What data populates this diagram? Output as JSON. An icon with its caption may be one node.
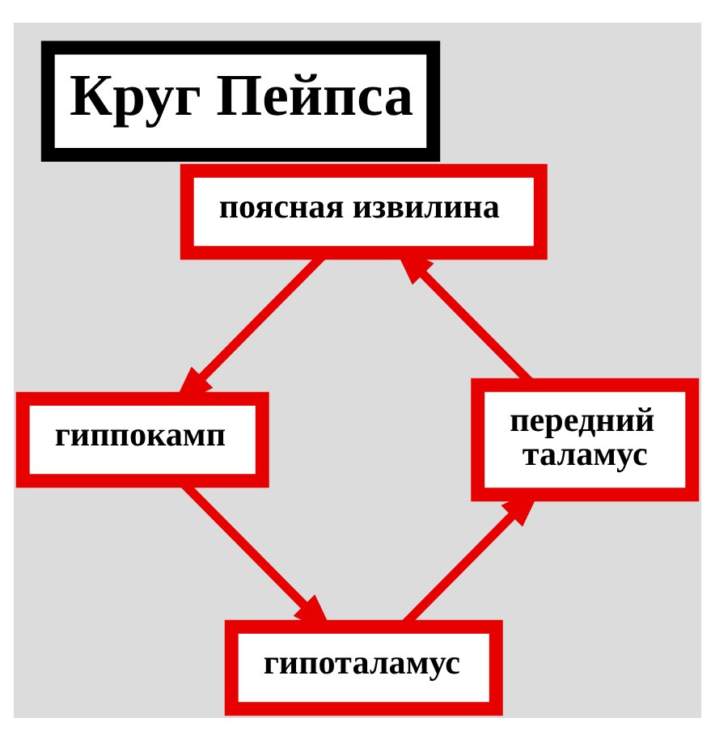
{
  "diagram": {
    "title": "Круг Пейпса",
    "nodes": [
      {
        "text": [
          "поясная извилина"
        ]
      },
      {
        "text": [
          "гиппокамп"
        ]
      },
      {
        "text": [
          "гипоталамус"
        ]
      },
      {
        "text": [
          "передний таламус"
        ]
      }
    ],
    "edges": [
      {
        "from": 0,
        "to": 1,
        "arrow": "to"
      },
      {
        "from": 1,
        "to": 2,
        "arrow": "to"
      },
      {
        "from": 2,
        "to": 3,
        "arrow": "to"
      },
      {
        "from": 3,
        "to": 0,
        "arrow": "to"
      }
    ]
  }
}
